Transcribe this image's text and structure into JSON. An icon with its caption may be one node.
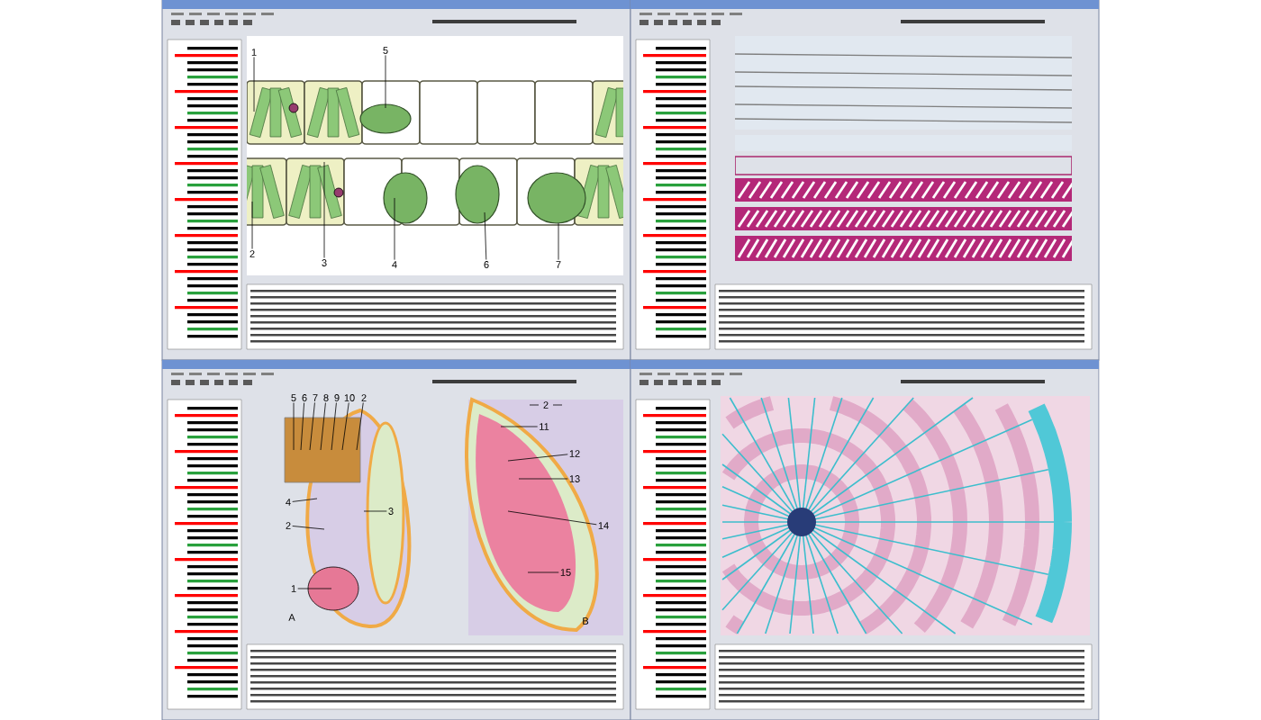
{
  "diagram": {
    "nodes": [
      {
        "text": [
          "1"
        ]
      },
      {
        "text": [
          "5"
        ]
      },
      {
        "text": [
          "2"
        ]
      },
      {
        "text": [
          "3"
        ]
      },
      {
        "text": [
          "4"
        ]
      },
      {
        "text": [
          "6"
        ]
      },
      {
        "text": [
          "7"
        ]
      },
      {
        "text": [
          "5"
        ]
      },
      {
        "text": [
          "6"
        ]
      },
      {
        "text": [
          "7"
        ]
      },
      {
        "text": [
          "8"
        ]
      },
      {
        "text": [
          "9"
        ]
      },
      {
        "text": [
          "10"
        ]
      },
      {
        "text": [
          "2"
        ]
      },
      {
        "text": [
          "11"
        ]
      },
      {
        "text": [
          "12"
        ]
      },
      {
        "text": [
          "13"
        ]
      },
      {
        "text": [
          "4"
        ]
      },
      {
        "text": [
          "3"
        ]
      },
      {
        "text": [
          "2"
        ]
      },
      {
        "text": [
          "14"
        ]
      },
      {
        "text": [
          "15"
        ]
      },
      {
        "text": [
          "1"
        ]
      }
    ],
    "edges": [
      {
        "from": 0,
        "to": null,
        "arrow": "none"
      },
      {
        "from": 1,
        "to": null,
        "arrow": "none"
      },
      {
        "from": 2,
        "to": null,
        "arrow": "none"
      },
      {
        "from": 3,
        "to": null,
        "arrow": "none"
      },
      {
        "from": 4,
        "to": null,
        "arrow": "none"
      },
      {
        "from": 5,
        "to": null,
        "arrow": "none"
      },
      {
        "from": 6,
        "to": null,
        "arrow": "none"
      },
      {
        "from": 7,
        "to": null,
        "arrow": "none"
      },
      {
        "from": 8,
        "to": null,
        "arrow": "none"
      },
      {
        "from": 9,
        "to": null,
        "arrow": "none"
      },
      {
        "from": 10,
        "to": null,
        "arrow": "none"
      },
      {
        "from": 11,
        "to": null,
        "arrow": "none"
      },
      {
        "from": 12,
        "to": null,
        "arrow": "none"
      },
      {
        "from": 13,
        "to": null,
        "arrow": "none"
      },
      {
        "from": 14,
        "to": null,
        "arrow": "none"
      },
      {
        "from": 15,
        "to": null,
        "arrow": "none"
      },
      {
        "from": 16,
        "to": null,
        "arrow": "none"
      },
      {
        "from": 17,
        "to": null,
        "arrow": "none"
      },
      {
        "from": 18,
        "to": null,
        "arrow": "none"
      },
      {
        "from": 19,
        "to": null,
        "arrow": "none"
      },
      {
        "from": 20,
        "to": null,
        "arrow": "none"
      },
      {
        "from": 21,
        "to": null,
        "arrow": "none"
      },
      {
        "from": 22,
        "to": null,
        "arrow": "none"
      }
    ],
    "labels": [
      "2",
      "A",
      "B"
    ]
  }
}
